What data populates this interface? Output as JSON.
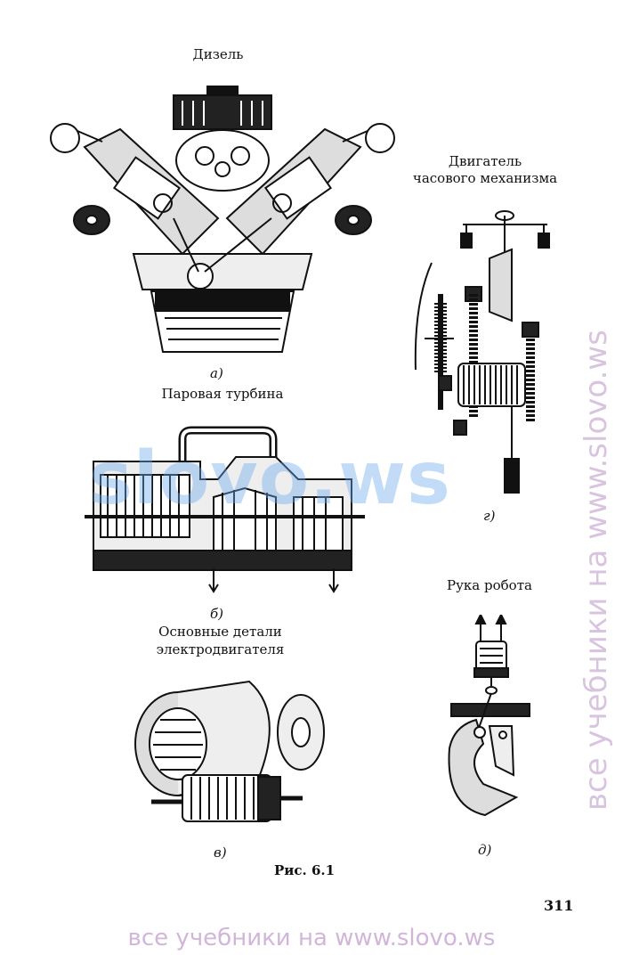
{
  "figures": {
    "diesel": {
      "title": "Дизель",
      "letter": "а)"
    },
    "turbine": {
      "title": "Паровая турбина",
      "letter": "б)"
    },
    "motor": {
      "title_line1": "Основные детали",
      "title_line2": "электродвигателя",
      "letter": "в)"
    },
    "clockwork": {
      "title_line1": "Двигатель",
      "title_line2": "часового механизма",
      "letter": "г)"
    },
    "robot": {
      "title": "Рука робота",
      "letter": "д)"
    }
  },
  "caption": "Рис. 6.1",
  "page_number": "311",
  "watermarks": {
    "big": "slovo.ws",
    "vertical": "все учебники на www.slovo.ws",
    "bottom": "все учебники на www.slovo.ws"
  }
}
